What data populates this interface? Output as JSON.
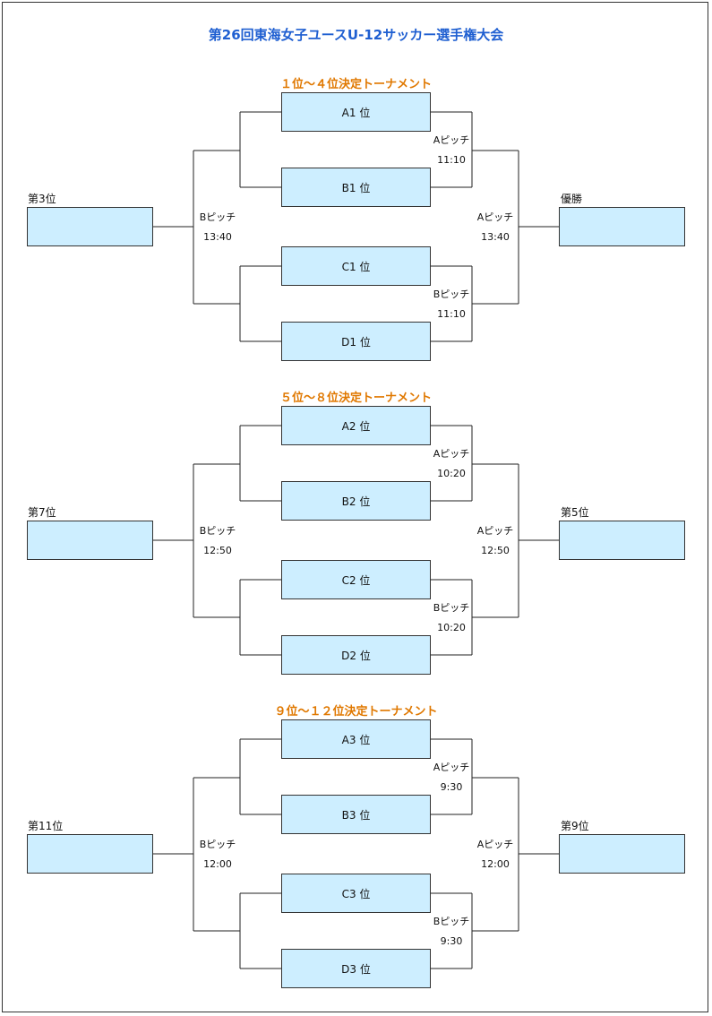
{
  "title": "第26回東海女子ユースU-12サッカー選手権大会",
  "sections": [
    {
      "title": "１位～４位決定トーナメント",
      "seeds": [
        "A1 位",
        "B1 位",
        "C1 位",
        "D1 位"
      ],
      "left_label": "第3位",
      "right_label": "優勝",
      "semi_top": {
        "pitch": "Aピッチ",
        "time": "11:10"
      },
      "semi_bottom": {
        "pitch": "Bピッチ",
        "time": "11:10"
      },
      "left_final": {
        "pitch": "Bピッチ",
        "time": "13:40"
      },
      "right_final": {
        "pitch": "Aピッチ",
        "time": "13:40"
      }
    },
    {
      "title": "５位～８位決定トーナメント",
      "seeds": [
        "A2 位",
        "B2 位",
        "C2 位",
        "D2 位"
      ],
      "left_label": "第7位",
      "right_label": "第5位",
      "semi_top": {
        "pitch": "Aピッチ",
        "time": "10:20"
      },
      "semi_bottom": {
        "pitch": "Bピッチ",
        "time": "10:20"
      },
      "left_final": {
        "pitch": "Bピッチ",
        "time": "12:50"
      },
      "right_final": {
        "pitch": "Aピッチ",
        "time": "12:50"
      }
    },
    {
      "title": "９位～１２位決定トーナメント",
      "seeds": [
        "A3 位",
        "B3 位",
        "C3 位",
        "D3 位"
      ],
      "left_label": "第11位",
      "right_label": "第9位",
      "semi_top": {
        "pitch": "Aピッチ",
        "time": "9:30"
      },
      "semi_bottom": {
        "pitch": "Bピッチ",
        "time": "9:30"
      },
      "left_final": {
        "pitch": "Bピッチ",
        "time": "12:00"
      },
      "right_final": {
        "pitch": "Aピッチ",
        "time": "12:00"
      }
    }
  ]
}
